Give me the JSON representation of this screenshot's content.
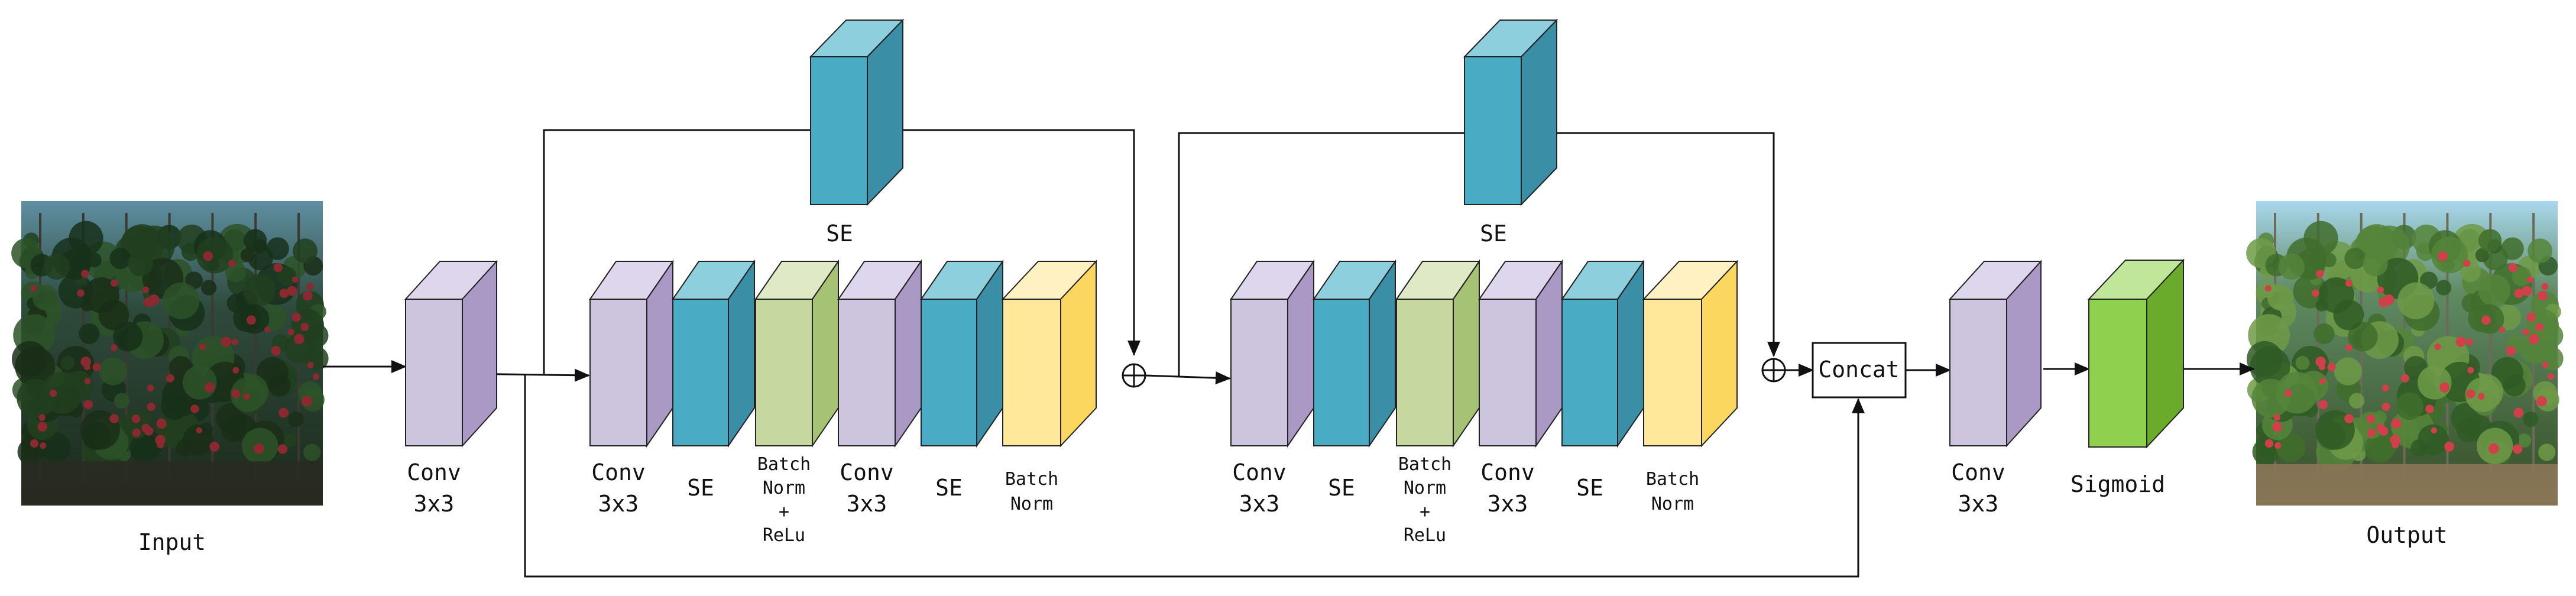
{
  "colors": {
    "conv": {
      "front": "#cdc5de",
      "top": "#ddd6ec",
      "side": "#a999c4"
    },
    "se": {
      "front": "#4aabc4",
      "top": "#8dcfdc",
      "side": "#3a8fa6"
    },
    "bnrelu": {
      "front": "#c6d7a0",
      "top": "#dfe9c6",
      "side": "#a6c274"
    },
    "bn": {
      "front": "#ffe89a",
      "top": "#fff1c2",
      "side": "#fbd760"
    },
    "sigmoid": {
      "front": "#8fd14f",
      "top": "#c0e69a",
      "side": "#6aab2c"
    },
    "line": "#111111"
  },
  "labels": {
    "input": "Input",
    "output": "Output",
    "conv": [
      "Conv",
      "3x3"
    ],
    "se": "SE",
    "batch_norm_relu": [
      "Batch",
      "Norm",
      "+",
      "ReLu"
    ],
    "batch_norm": [
      "Batch",
      "Norm"
    ],
    "concat": "Concat",
    "sigmoid": "Sigmoid"
  },
  "input_image": {
    "name": "apple orchard photo",
    "style": "dark"
  },
  "output_image": {
    "name": "apple orchard photo",
    "style": "enhanced"
  }
}
